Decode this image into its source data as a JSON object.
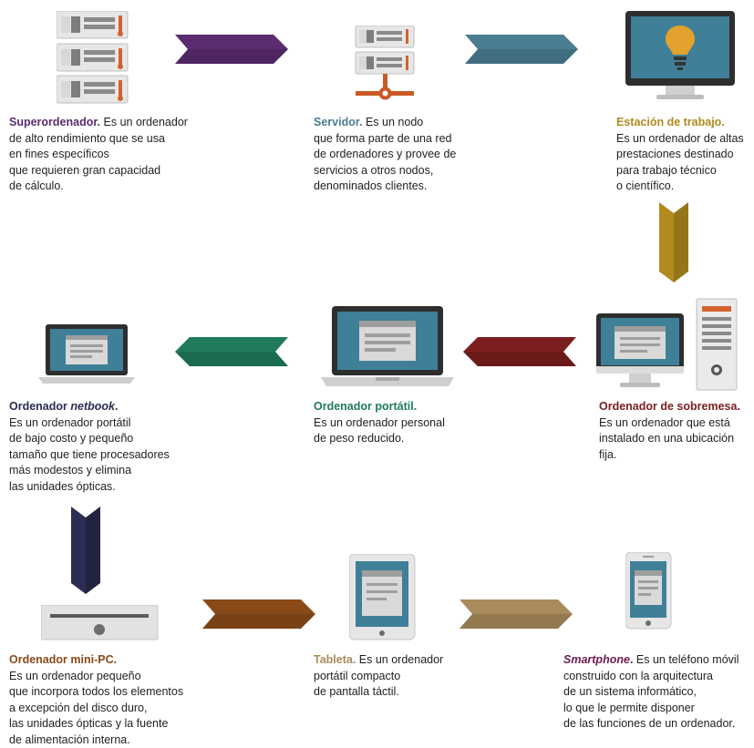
{
  "colors": {
    "super": "#5b2c6f",
    "server": "#4a7d92",
    "workstation": "#b08a1e",
    "desktop": "#7a1e1e",
    "laptop": "#1f7a5e",
    "netbook": "#2b2d52",
    "minipc": "#8a4a17",
    "tablet": "#a88a5c",
    "smartphone": "#6b1b4f"
  },
  "nodes": [
    {
      "id": "supercomputer",
      "icon": "supercomputer-icon",
      "title": "Superordenador.",
      "text": " Es un ordenador\nde alto rendimiento que se usa\nen fines específicos\nque requieren gran capacidad\nde cálculo."
    },
    {
      "id": "server",
      "icon": "server-icon",
      "title": "Servidor.",
      "text": " Es un nodo\nque forma parte de una red\nde ordenadores y provee de\nservicios a otros nodos,\ndenominados clientes."
    },
    {
      "id": "workstation",
      "icon": "workstation-icon",
      "title": "Estación de trabajo.",
      "text": "\nEs un ordenador de altas\nprestaciones destinado\npara trabajo técnico\no científico."
    },
    {
      "id": "desktop",
      "icon": "desktop-icon",
      "title": "Ordenador de sobremesa.",
      "text": "\nEs un ordenador que está\ninstalado en una ubicación\nfija."
    },
    {
      "id": "laptop",
      "icon": "laptop-icon",
      "title": "Ordenador portátil.",
      "text": "\nEs un ordenador personal\nde peso reducido."
    },
    {
      "id": "netbook",
      "icon": "netbook-icon",
      "title_prefix": "Ordenador ",
      "title_italic": "netbook",
      "title_suffix": ".",
      "text": "\nEs un ordenador portátil\nde bajo costo y pequeño\ntamaño que tiene procesadores\nmás modestos y elimina\nlas unidades ópticas."
    },
    {
      "id": "minipc",
      "icon": "mini-pc-icon",
      "title": "Ordenador mini-PC.",
      "text": "\nEs un ordenador pequeño\nque incorpora todos los elementos\na excepción del disco duro,\nlas unidades ópticas y la fuente\nde alimentación interna."
    },
    {
      "id": "tablet",
      "icon": "tablet-icon",
      "title": "Tableta.",
      "text": " Es un ordenador\nportátil compacto\nde pantalla táctil."
    },
    {
      "id": "smartphone",
      "icon": "smartphone-icon",
      "title_italic": "Smartphone",
      "title_suffix": ".",
      "text": " Es un teléfono móvil\nconstruido con la arquitectura\nde un sistema informático,\nlo que le permite disponer\nde las funciones de un ordenador."
    }
  ]
}
